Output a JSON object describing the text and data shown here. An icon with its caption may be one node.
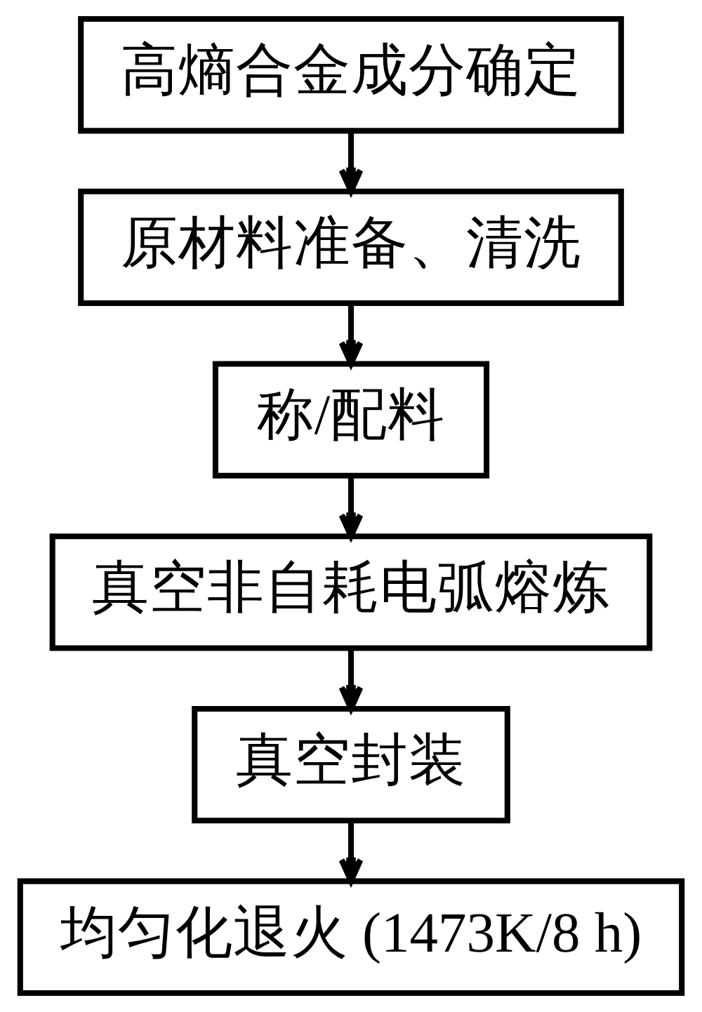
{
  "diagram": {
    "nodes": [
      {
        "text": [
          "高熵合金成分确定"
        ]
      },
      {
        "text": [
          "原材料准备、清洗"
        ]
      },
      {
        "text": [
          "称/配料"
        ]
      },
      {
        "text": [
          "真空非自耗电弧熔炼"
        ]
      },
      {
        "text": [
          "真空封装"
        ]
      },
      {
        "text": [
          "均匀化退火 (1473K/8 h)"
        ]
      }
    ],
    "edges": [
      {
        "from": 0,
        "to": 1,
        "arrow": "to"
      },
      {
        "from": 1,
        "to": 2,
        "arrow": "to"
      },
      {
        "from": 2,
        "to": 3,
        "arrow": "to"
      },
      {
        "from": 3,
        "to": 4,
        "arrow": "to"
      },
      {
        "from": 4,
        "to": 5,
        "arrow": "to"
      }
    ]
  }
}
